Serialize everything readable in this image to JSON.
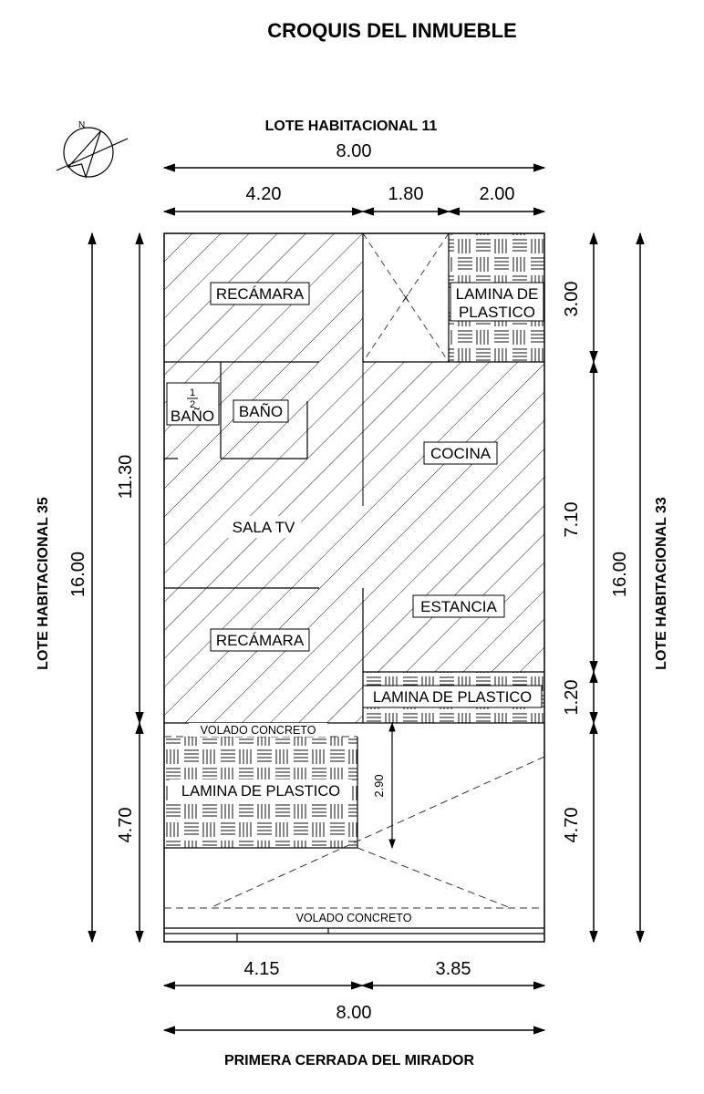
{
  "title": "CROQUIS DEL INMUEBLE",
  "neighbors": {
    "top": "LOTE HABITACIONAL 11",
    "left": "LOTE HABITACIONAL 35",
    "right": "LOTE HABITACIONAL 33",
    "bottom": "PRIMERA CERRADA DEL MIRADOR"
  },
  "north_letter": "N",
  "dimensions": {
    "top_total": "8.00",
    "top_seg_1": "4.20",
    "top_seg_2": "1.80",
    "top_seg_3": "2.00",
    "left_total": "16.00",
    "left_upper": "11.30",
    "left_lower": "4.70",
    "right_total": "16.00",
    "right_seg_1": "3.00",
    "right_seg_2": "7.10",
    "right_seg_3": "1.20",
    "right_seg_4": "4.70",
    "bottom_seg_1": "4.15",
    "bottom_seg_2": "3.85",
    "bottom_total": "8.00",
    "garage_height": "2.90"
  },
  "rooms": {
    "recamara_top": "RECÁMARA",
    "lamina_top_1": "LAMINA DE",
    "lamina_top_2": "PLASTICO",
    "half_bath_frac_num": "1",
    "half_bath_frac_den": "2",
    "half_bath": "BAÑO",
    "bath": "BAÑO",
    "cocina": "COCINA",
    "sala_tv": "SALA TV",
    "estancia": "ESTANCIA",
    "recamara_bottom": "RECÁMARA",
    "lamina_mid": "LAMINA DE PLASTICO",
    "volado_top": "VOLADO CONCRETO",
    "lamina_bottom": "LAMINA DE PLASTICO",
    "volado_bottom": "VOLADO CONCRETO",
    "void_mark": "X"
  }
}
